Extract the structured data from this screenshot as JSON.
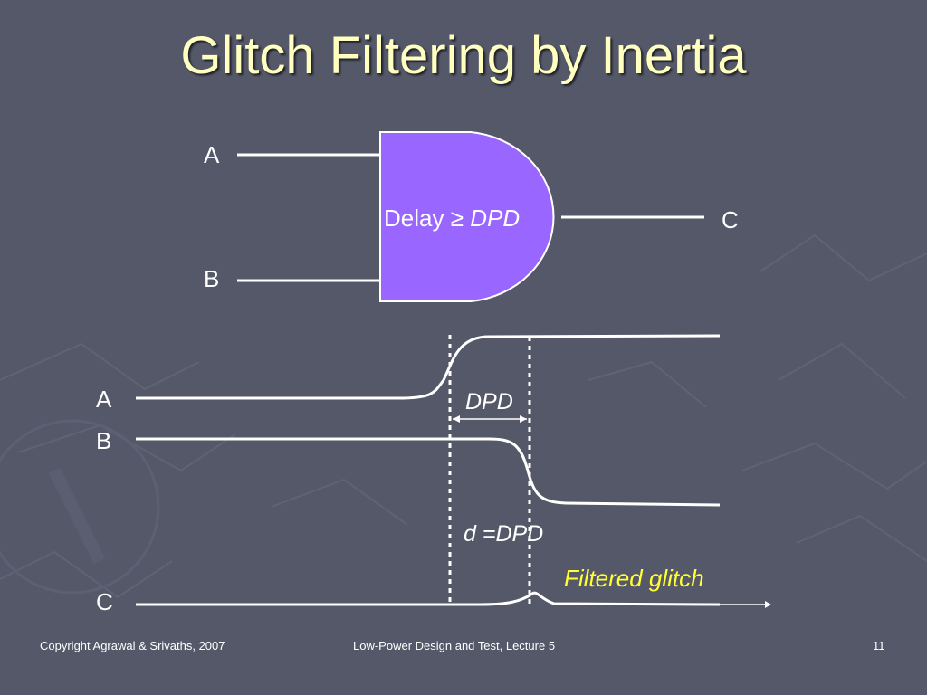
{
  "slide": {
    "title": "Glitch Filtering by Inertia"
  },
  "gate": {
    "input_a": "A",
    "input_b": "B",
    "output": "C",
    "delay_text": "Delay ≥ ",
    "delay_var": "DPD",
    "fill_color": "#9966ff"
  },
  "waveforms": {
    "label_a": "A",
    "label_b": "B",
    "label_c": "C",
    "dpd_label": "DPD",
    "d_equals_label": "d =DPD",
    "filtered_label": "Filtered glitch",
    "highlight_color": "#ffff33"
  },
  "footer": {
    "copyright": "Copyright Agrawal & Srivaths, 2007",
    "course": "Low-Power Design and Test, Lecture 5",
    "page_number": "11"
  }
}
